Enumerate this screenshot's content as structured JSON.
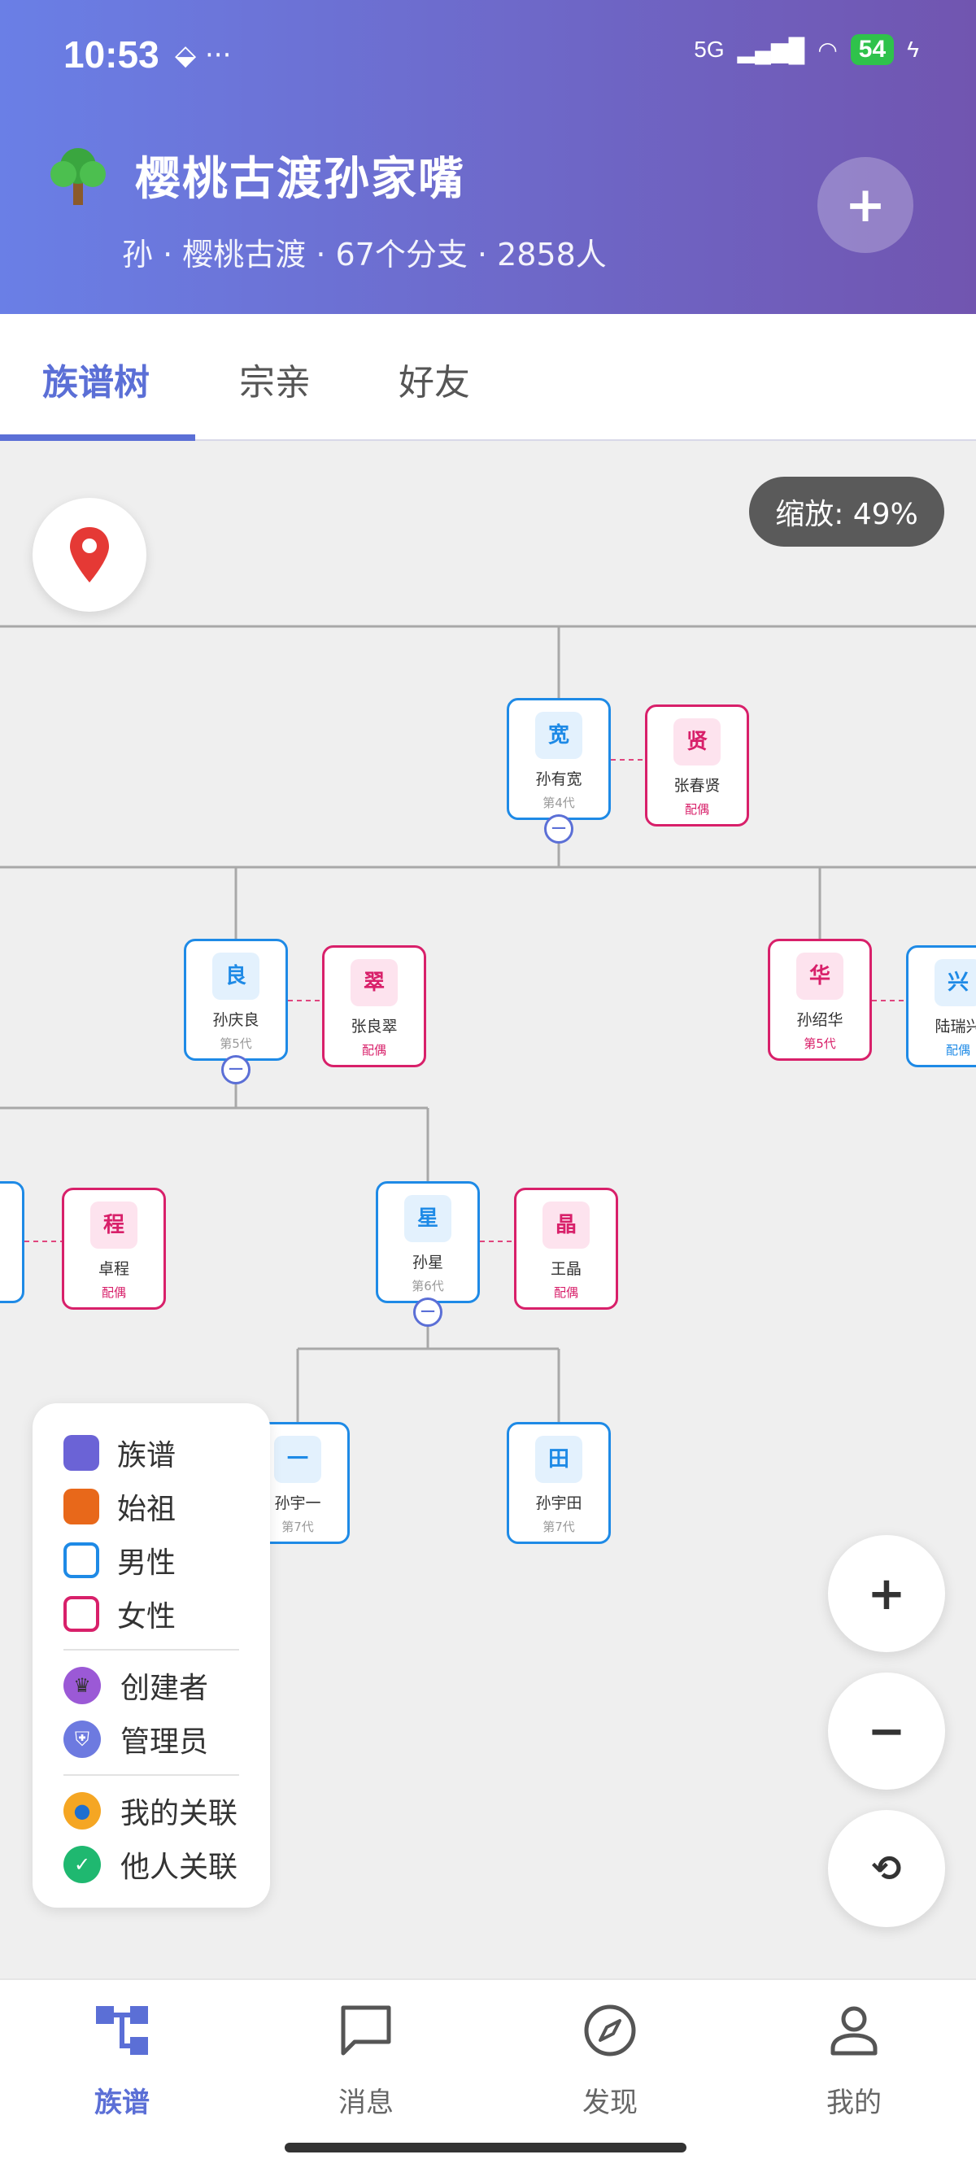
{
  "status_bar": {
    "time": "10:53",
    "network": "5G",
    "battery": "54"
  },
  "header": {
    "title": "樱桃古渡孙家嘴",
    "subtitle": "孙 · 樱桃古渡 · 67个分支 · 2858人",
    "add_label": "+"
  },
  "tabs": [
    {
      "label": "族谱树"
    },
    {
      "label": "宗亲"
    },
    {
      "label": "好友"
    }
  ],
  "zoom_label": "缩放: 49%",
  "nodes": {
    "youkuan": {
      "avatar": "宽",
      "name": "孙有宽",
      "gen": "第4代"
    },
    "chunxian": {
      "avatar": "贤",
      "name": "张春贤",
      "gen": "配偶"
    },
    "qingliang": {
      "avatar": "良",
      "name": "孙庆良",
      "gen": "第5代"
    },
    "liangcui": {
      "avatar": "翠",
      "name": "张良翠",
      "gen": "配偶"
    },
    "shaohua": {
      "avatar": "华",
      "name": "孙绍华",
      "gen": "第5代"
    },
    "ruixing": {
      "avatar": "兴",
      "name": "陆瑞兴",
      "gen": "配偶"
    },
    "zhuocheng": {
      "avatar": "程",
      "name": "卓程",
      "gen": "配偶"
    },
    "sunxing": {
      "avatar": "星",
      "name": "孙星",
      "gen": "第6代"
    },
    "wangjing": {
      "avatar": "晶",
      "name": "王晶",
      "gen": "配偶"
    },
    "yuyi": {
      "avatar": "一",
      "name": "孙宇一",
      "gen": "第7代"
    },
    "yutian": {
      "avatar": "田",
      "name": "孙宇田",
      "gen": "第7代"
    }
  },
  "legend": {
    "items": [
      "族谱",
      "始祖",
      "男性",
      "女性"
    ],
    "roles": [
      "创建者",
      "管理员"
    ],
    "links": [
      "我的关联",
      "他人关联"
    ],
    "colors": {
      "genealogy": "#6b63d6",
      "ancestor": "#e8681a",
      "male": "#1e8ae6",
      "female": "#d8206a"
    }
  },
  "fab": {
    "zoom_in": "+",
    "zoom_out": "−",
    "reset": "⟲"
  },
  "bottom_nav": [
    {
      "label": "族谱"
    },
    {
      "label": "消息"
    },
    {
      "label": "发现"
    },
    {
      "label": "我的"
    }
  ]
}
